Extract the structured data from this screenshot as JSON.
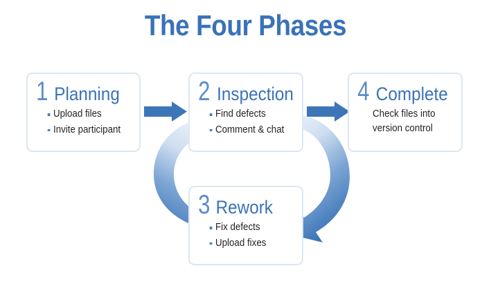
{
  "title": "The Four Phases",
  "colors": {
    "title_blue": "#3a72b8",
    "heading_blue": "#3a72b8",
    "number_blue": "#5b8dc8",
    "arrow_blue": "#3d76b8",
    "arrow_light": "#c9dcf0",
    "box_border": "#dce6f2",
    "body_text": "#231f20",
    "background": "#ffffff"
  },
  "phases": [
    {
      "number": "1",
      "name": "Planning",
      "bullets": [
        "Upload files",
        "Invite participant"
      ],
      "lines": []
    },
    {
      "number": "2",
      "name": "Inspection",
      "bullets": [
        "Find defects",
        "Comment & chat"
      ],
      "lines": []
    },
    {
      "number": "3",
      "name": "Rework",
      "bullets": [
        "Fix defects",
        "Upload fixes"
      ],
      "lines": []
    },
    {
      "number": "4",
      "name": "Complete",
      "bullets": [],
      "lines": [
        "Check files into",
        "version control"
      ]
    }
  ],
  "connectors": [
    {
      "id": "planning-to-inspection",
      "kind": "straight-arrow",
      "direction": "right",
      "from": "Planning",
      "to": "Inspection"
    },
    {
      "id": "inspection-to-complete",
      "kind": "straight-arrow",
      "direction": "right",
      "from": "Inspection",
      "to": "Complete"
    },
    {
      "id": "inspection-to-rework",
      "kind": "curved-arrow",
      "direction": "clockwise-down",
      "from": "Inspection",
      "to": "Rework"
    },
    {
      "id": "rework-to-inspection",
      "kind": "curved-arrow",
      "direction": "clockwise-up",
      "from": "Rework",
      "to": "Inspection"
    }
  ]
}
